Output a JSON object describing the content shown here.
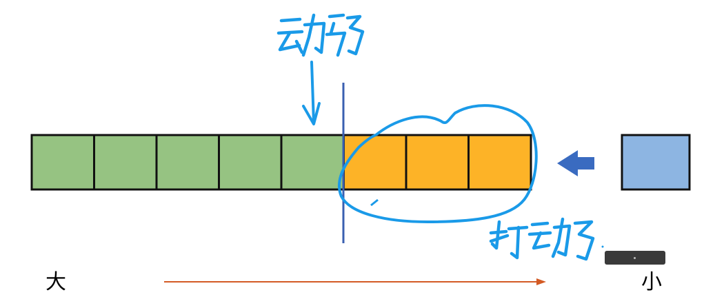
{
  "annotations": {
    "top_note": "动了",
    "bottom_note": "打动了"
  },
  "axis_labels": {
    "left": "大",
    "right": "小"
  },
  "blocks": {
    "green_count": 5,
    "orange_count": 3,
    "incoming_count": 1
  },
  "colors": {
    "green": "#96c382",
    "orange": "#fdb327",
    "incoming": "#8db5e2",
    "ink": "#1a9ae8",
    "divider": "#3a5fb0",
    "arrow": "#3a6bc0",
    "axis_arrow": "#d35a24"
  }
}
